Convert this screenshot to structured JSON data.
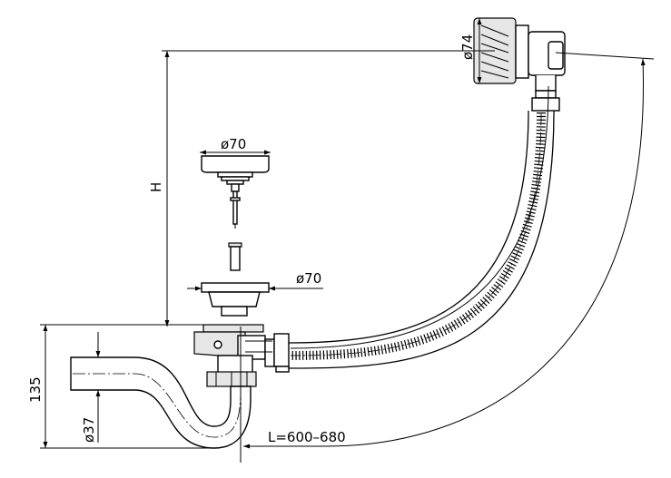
{
  "labels": {
    "overflow_diameter": "ø74",
    "plug_diameter": "ø70",
    "waste_diameter": "ø70",
    "height": "H",
    "trap_height": "135",
    "pipe_diameter": "ø37",
    "length": "L=600–680"
  },
  "colors": {
    "line": "#000000",
    "part_fill": "#ffffff",
    "shade": "#e6e6e6"
  }
}
